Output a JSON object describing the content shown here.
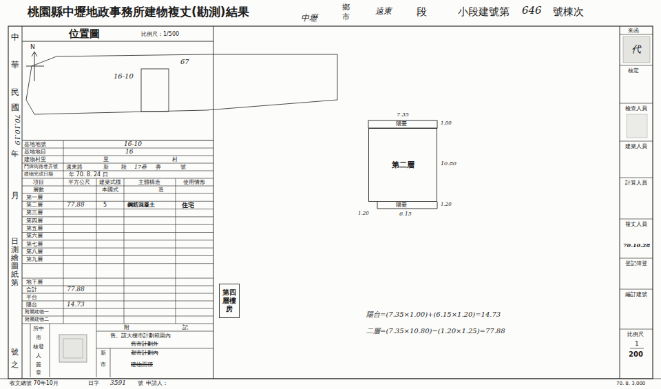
{
  "diagram": {
    "title": "桃園縣中壢地政事務所建物複丈(勘測)結果",
    "nodes": [
      {
        "text": [
          "第二層"
        ]
      },
      {
        "text": [
          "第四層樓房"
        ]
      }
    ],
    "labels": [
      "中壢",
      "鄉",
      "市",
      "遠東",
      "段",
      "小段建號第",
      "646",
      "號棟次",
      "中",
      "華",
      "民",
      "國",
      "70.10.19",
      "年",
      "月",
      "日測繪圖紙第",
      "號",
      "之",
      "位置圖",
      "比例尺：1/500",
      "N",
      "16-10",
      "67",
      "基地地號",
      "16-10",
      "基地地目",
      "16",
      "建物村里",
      "里",
      "村",
      "門牌街路巷弄號",
      "遠東路",
      "新",
      "段",
      "17巷",
      "弄",
      "號",
      "建物完成日期",
      "年 70. 8. 24 日",
      "項目",
      "平方公尺",
      "建築式樣",
      "主體構造",
      "使用情形",
      "層數",
      "本國式",
      "造",
      "第一層",
      "第二層",
      "第三層",
      "第四層",
      "第五層",
      "第六層",
      "第七層",
      "第八層",
      "第九層",
      "77.88",
      "5",
      "鋼筋混凝土",
      "住宅",
      "地下層",
      "合計",
      "77.88",
      "平台",
      "陽台",
      "14.73",
      "附屬建物一",
      "附屬建物二",
      "所中",
      "市",
      "核發",
      "人",
      "簽",
      "章",
      "附",
      "記",
      "舊、該大樓市計劃範圍內",
      "舊市計劃外",
      "新",
      "市",
      "都市計劃內",
      "建物面積",
      "7.35",
      "陽臺",
      "1.00",
      "10.80",
      "陽臺",
      "1.20",
      "1.20",
      "6.15",
      "陽台=(7.35×1.00)+(6.15×1.20)=14.73",
      "二層=(7.35×10.80)−(1.20×1.25)=77.88",
      "來函",
      "代",
      "核定",
      "檢查人員",
      "建築人員",
      "計算人員",
      "複丈人員",
      "70.10.28",
      "登記簿登",
      "編訂建號",
      "比例尺",
      "1",
      "200",
      "收文總號 70年10月",
      "日字",
      "3591",
      "號",
      "申請人：",
      "70. 8. 3,000"
    ]
  }
}
